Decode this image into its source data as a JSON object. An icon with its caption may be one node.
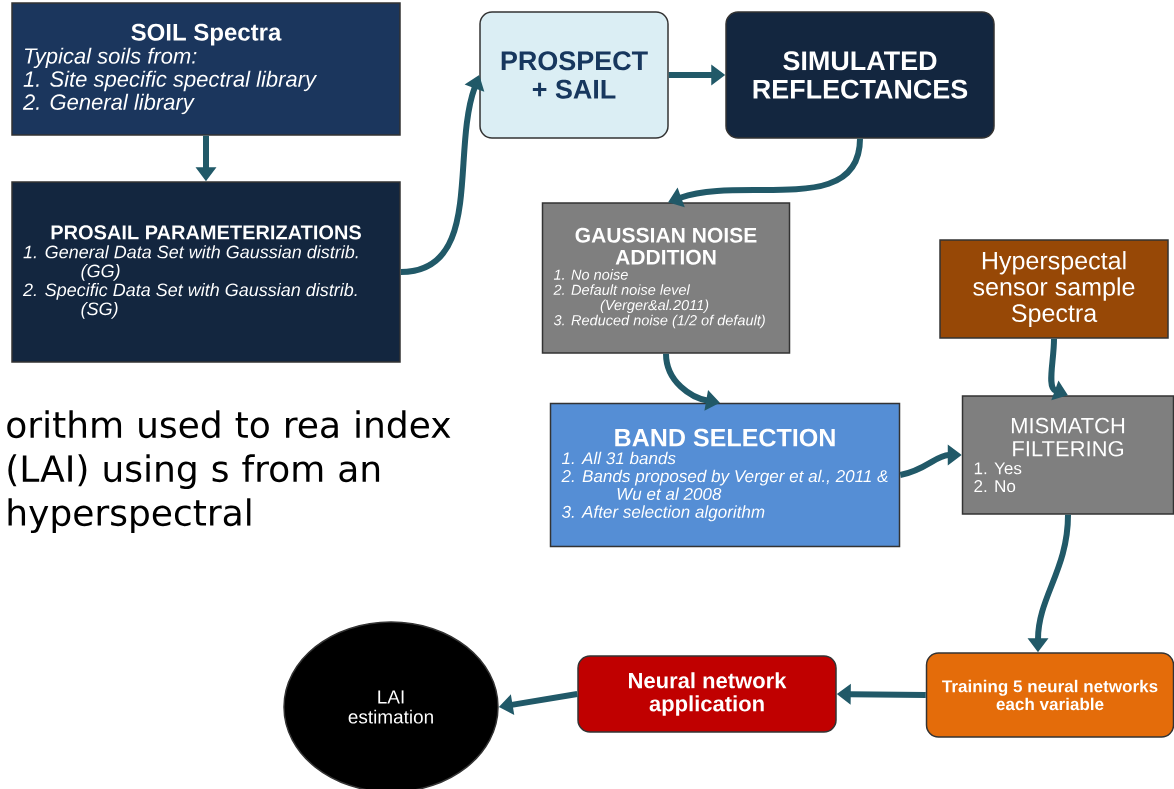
{
  "diagram": {
    "nodes": [
      {
        "text": [
          "SOIL Spectra",
          "Typical soils from:",
          "1. Site specific spectral library",
          "2. General library"
        ]
      },
      {
        "text": [
          "PROSAIL PARAMETERIZATIONS",
          "1. General Data Set with Gaussian distrib. (GG)",
          "2. Specific Data Set with Gaussian distrib. (SG)"
        ]
      },
      {
        "text": [
          "PROSPECT + SAIL"
        ]
      },
      {
        "text": [
          "SIMULATED REFLECTANCES"
        ]
      },
      {
        "text": [
          "GAUSSIAN NOISE ADDITION",
          "1. No noise",
          "2. Default noise level (Verger&al.2011)",
          "3. Reduced noise (1/2 of default)"
        ]
      },
      {
        "text": [
          "Hyperspectal sensor sample Spectra"
        ]
      },
      {
        "text": [
          "BAND SELECTION",
          "1. All 31 bands",
          "2. Bands proposed by Verger et al., 2011 & Wu et al 2008",
          "3. After selection algorithm"
        ]
      },
      {
        "text": [
          "MISMATCH FILTERING",
          "1. Yes",
          "2. No"
        ]
      },
      {
        "text": [
          "Training 5 neural networks each variable"
        ]
      },
      {
        "text": [
          "Neural network application"
        ]
      },
      {
        "text": [
          "LAI estimation"
        ]
      }
    ],
    "edges": [
      {
        "from": 0,
        "to": 1,
        "arrow": "to"
      },
      {
        "from": 1,
        "to": 2,
        "arrow": "to"
      },
      {
        "from": 2,
        "to": 3,
        "arrow": "to"
      },
      {
        "from": 3,
        "to": 4,
        "arrow": "to"
      },
      {
        "from": 4,
        "to": 6,
        "arrow": "to"
      },
      {
        "from": 5,
        "to": 7,
        "arrow": "to"
      },
      {
        "from": 6,
        "to": 7,
        "arrow": "to"
      },
      {
        "from": 7,
        "to": 8,
        "arrow": "to"
      },
      {
        "from": 8,
        "to": 9,
        "arrow": "to"
      },
      {
        "from": 9,
        "to": 10,
        "arrow": "to"
      }
    ],
    "labels": [
      "orithm used to rea index (LAI) using s from an hyperspectral"
    ]
  }
}
